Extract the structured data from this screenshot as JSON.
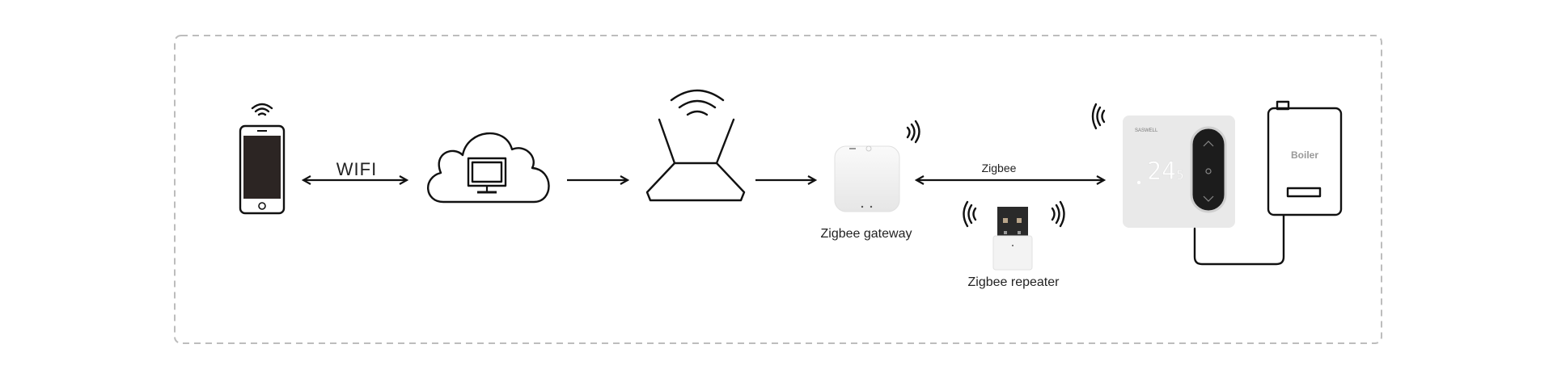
{
  "labels": {
    "wifi": "WIFI",
    "zigbee": "Zigbee",
    "gateway": "Zigbee gateway",
    "repeater": "Zigbee repeater",
    "boiler": "Boiler",
    "thermostat_brand": "SASWELL",
    "thermostat_temp_main": "24",
    "thermostat_temp_decimal": "5"
  },
  "colors": {
    "border": "#bdbdbd",
    "line": "#111111",
    "device_white": "#f2f2f2",
    "thermostat_panel": "#1a1a1a"
  }
}
